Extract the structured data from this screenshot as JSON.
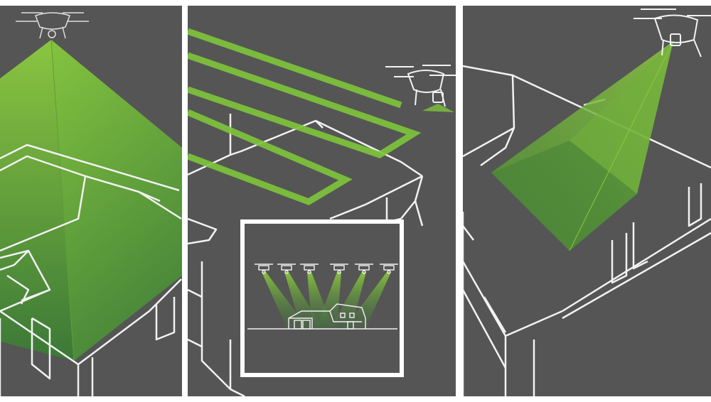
{
  "colors": {
    "panel_bg": "#555555",
    "page_bg": "#ffffff",
    "line": "#ffffff",
    "green_light": "#8dcb3f",
    "green_dark": "#3a7a35",
    "stripe": "#7ec33c"
  },
  "panels": [
    {
      "id": "nadir-single-capture",
      "icon": "drone-icon",
      "elements": [
        "drone",
        "camera-cone",
        "house-outline"
      ]
    },
    {
      "id": "grid-flight-pattern",
      "icon": "drone-icon",
      "elements": [
        "flight-stripes",
        "drone",
        "house-outline",
        "inset-drone-row"
      ]
    },
    {
      "id": "oblique-capture",
      "icon": "drone-icon",
      "elements": [
        "drone",
        "oblique-cone",
        "house-outline"
      ]
    }
  ],
  "inset": {
    "drone_count": 6,
    "icon": "drone-icon"
  }
}
